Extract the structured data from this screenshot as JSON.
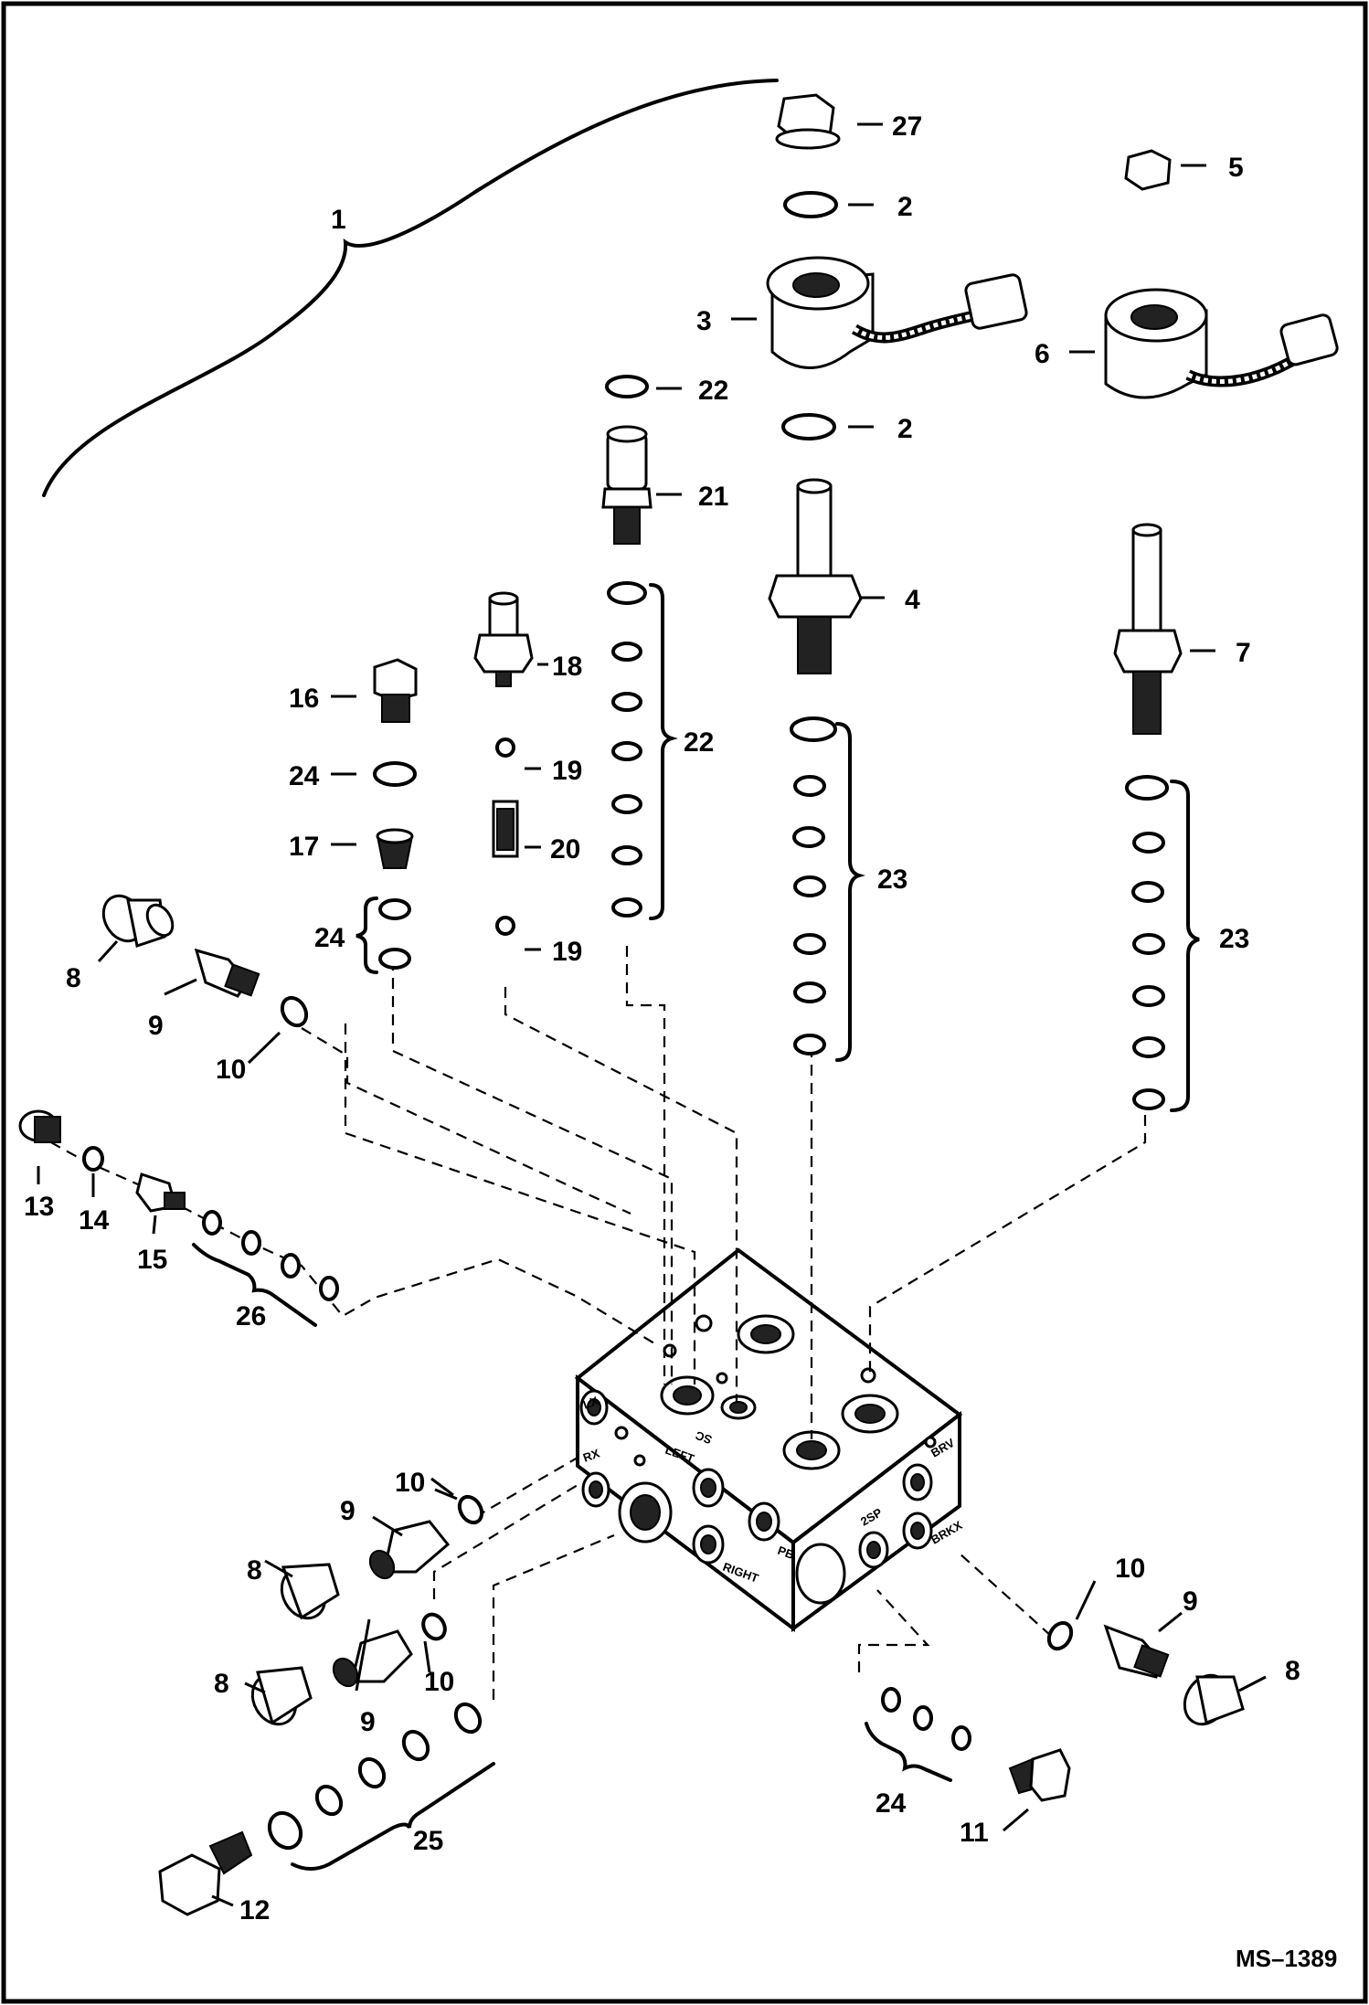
{
  "figure": {
    "reference_code": "MS–1389",
    "port_labels": [
      "LX",
      "RX",
      "LEFT",
      "RIGHT",
      "PB",
      "2SP",
      "BRV",
      "BRKX",
      "SC"
    ]
  },
  "callouts": [
    "1",
    "2",
    "2",
    "3",
    "4",
    "5",
    "6",
    "7",
    "8",
    "8",
    "8",
    "8",
    "9",
    "9",
    "9",
    "9",
    "10",
    "10",
    "10",
    "10",
    "11",
    "12",
    "13",
    "14",
    "15",
    "16",
    "17",
    "18",
    "19",
    "19",
    "20",
    "21",
    "22",
    "22",
    "23",
    "23",
    "24",
    "24",
    "24",
    "25",
    "26",
    "27"
  ]
}
